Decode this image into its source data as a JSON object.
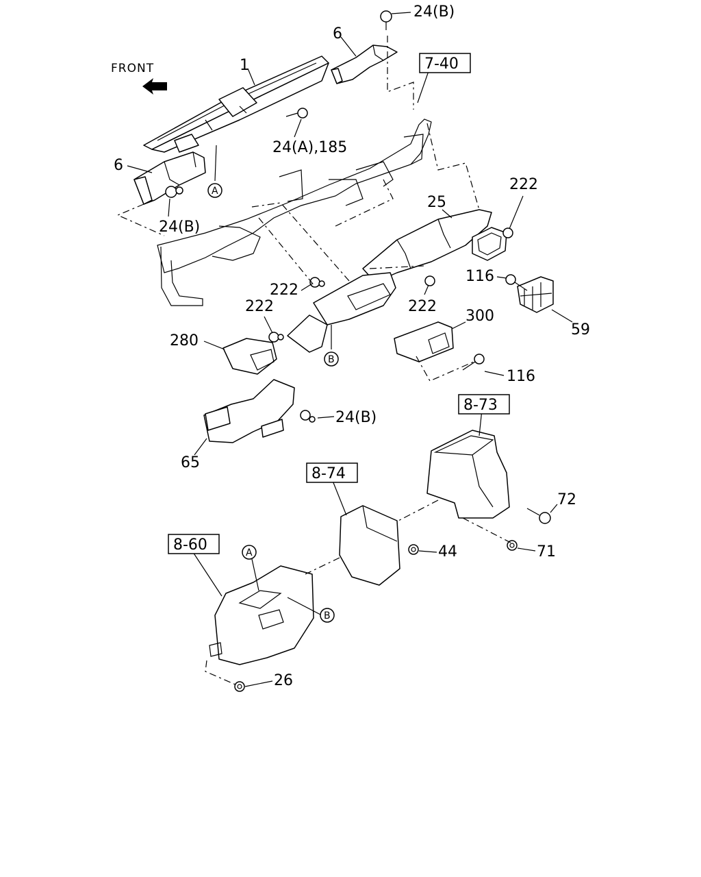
{
  "front_label": "FRONT",
  "refs": {
    "r740": "7-40",
    "r873": "8-73",
    "r874": "8-74",
    "r860": "8-60"
  },
  "labels": {
    "p24b_top": "24(B)",
    "p6_top": "6",
    "p1": "1",
    "p24a185": "24(A),185",
    "p6_left": "6",
    "p24b_left": "24(B)",
    "p222_right": "222",
    "p25": "25",
    "p116_upper": "116",
    "p59": "59",
    "p222_mid": "222",
    "p222_center": "222",
    "p222_lower": "222",
    "p300": "300",
    "p280": "280",
    "p116_lower": "116",
    "p24b_lower": "24(B)",
    "p65": "65",
    "p72": "72",
    "p44": "44",
    "p71": "71",
    "p26": "26"
  },
  "circled": {
    "a_top": "A",
    "b_mid": "B",
    "a_bottom": "A",
    "b_bottom": "B"
  }
}
